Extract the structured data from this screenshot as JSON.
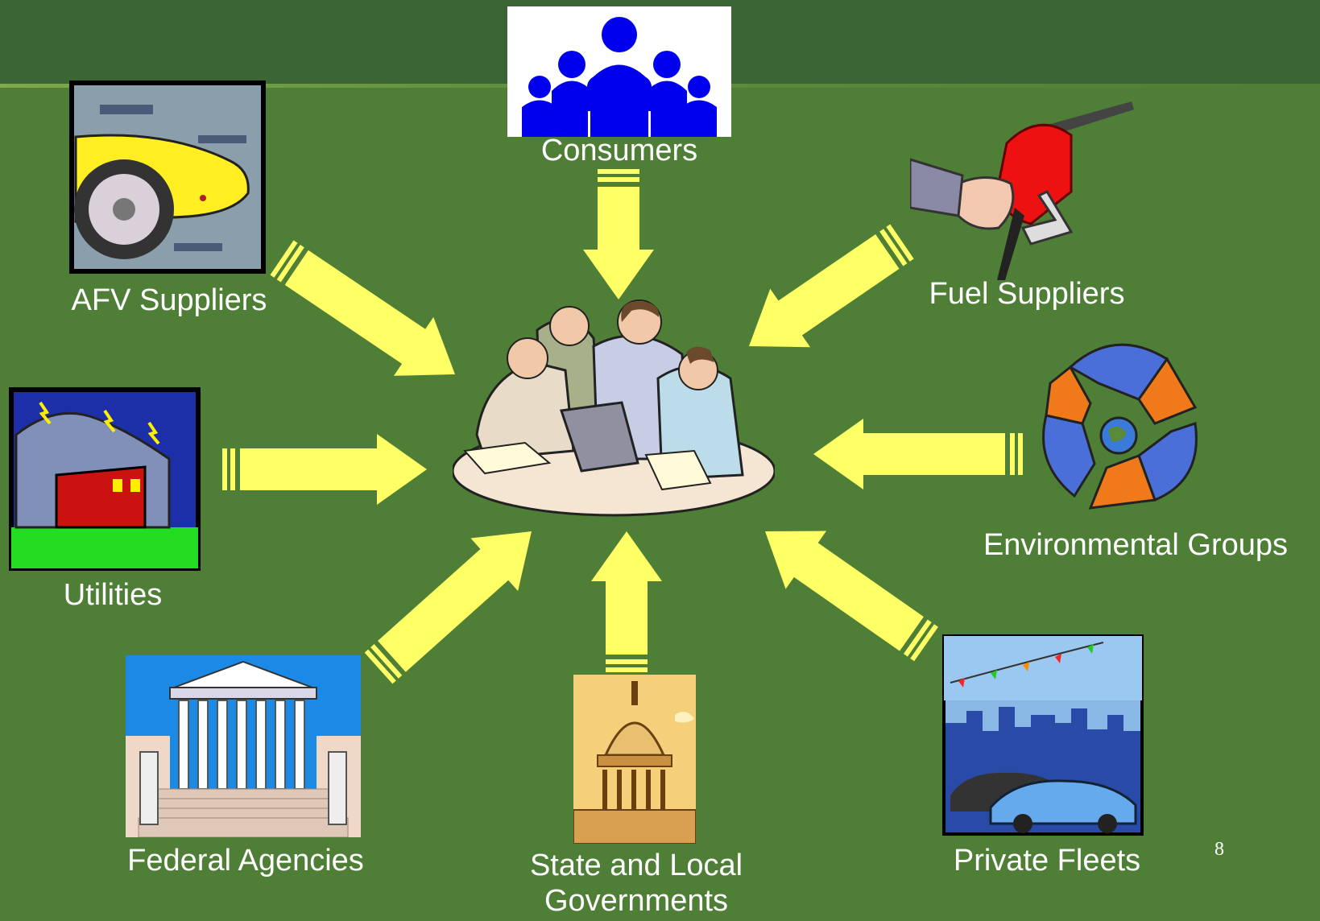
{
  "center": {
    "icon": "business-meeting-icon"
  },
  "stakeholders": [
    {
      "label": "Consumers",
      "icon": "people-group-icon"
    },
    {
      "label": "AFV Suppliers",
      "icon": "car-icon"
    },
    {
      "label": "Fuel Suppliers",
      "icon": "fuel-nozzle-icon"
    },
    {
      "label": "Utilities",
      "icon": "power-plant-icon"
    },
    {
      "label": "Environmental Groups",
      "icon": "recycle-icon"
    },
    {
      "label": "Federal Agencies",
      "icon": "courthouse-icon"
    },
    {
      "label": "State and Local",
      "label_line2": "Governments",
      "icon": "capitol-icon"
    },
    {
      "label": "Private Fleets",
      "icon": "fleet-cars-icon"
    }
  ],
  "page_number": "8",
  "colors": {
    "background": "#4f7f37",
    "header": "#3b6533",
    "arrow": "#ffff66",
    "text": "#ffffff"
  }
}
